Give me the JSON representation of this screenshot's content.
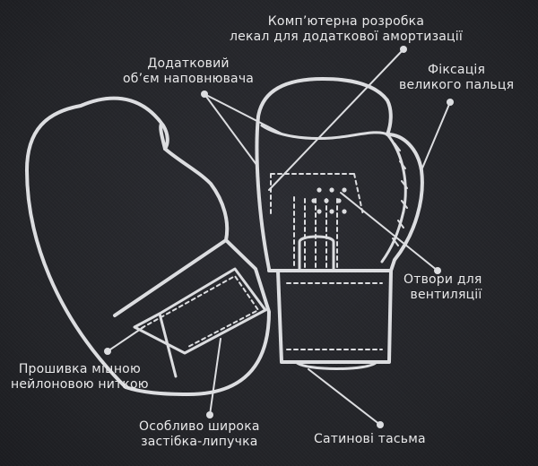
{
  "colors": {
    "background": "#24252a",
    "line": "#dcdde0",
    "text": "#e9e9ea"
  },
  "callouts": {
    "computer_design": {
      "lines": [
        "Комп’ютерна розробка",
        "лекал для додаткової амортизації"
      ]
    },
    "extra_volume": {
      "lines": [
        "Додатковий",
        "об’єм наповнювача"
      ]
    },
    "thumb_fixation": {
      "lines": [
        "Фіксація",
        "великого пальця"
      ]
    },
    "vent_holes": {
      "lines": [
        "Отвори для",
        "вентиляції"
      ]
    },
    "stitching": {
      "lines": [
        "Прошивка міцною",
        "нейлоновою ниткою"
      ]
    },
    "wide_velcro": {
      "lines": [
        "Особливо широка",
        "застібка-липучка"
      ]
    },
    "satin_tape": {
      "lines": [
        "Сатинові тасьма"
      ]
    }
  }
}
